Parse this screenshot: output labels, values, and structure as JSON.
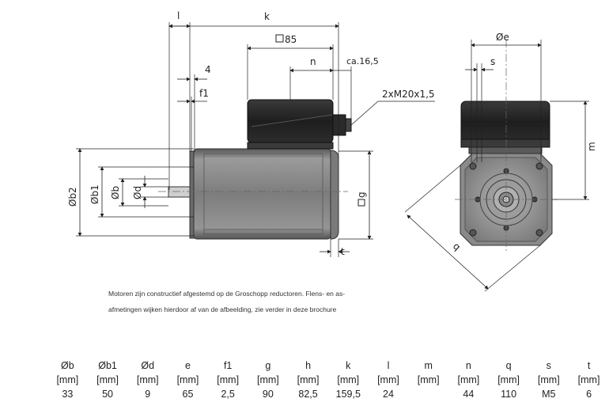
{
  "labels": {
    "l": "l",
    "k": "k",
    "sq85": "85",
    "n": "n",
    "ca165": "ca.16,5",
    "four": "4",
    "f1": "f1",
    "thread": "2xM20x1,5",
    "b2": "Øb2",
    "b1": "Øb1",
    "b": "Øb",
    "d": "Ød",
    "g": "g",
    "t": "t",
    "e": "Øe",
    "s": "s",
    "m": "m",
    "q": "q"
  },
  "caption": {
    "line1": "Motoren zijn constructief afgestemd op de Groschopp reductoren. Flens- en as-",
    "line2": "afmetingen wijken hierdoor af van de afbeelding, zie verder in deze brochure"
  },
  "table": {
    "headers": [
      "Øb",
      "Øb1",
      "Ød",
      "e",
      "f1",
      "g",
      "h",
      "k",
      "l",
      "m",
      "n",
      "q",
      "s",
      "t"
    ],
    "units": [
      "[mm]",
      "[mm]",
      "[mm]",
      "[mm]",
      "[mm]",
      "[mm]",
      "[mm]",
      "[mm]",
      "[mm]",
      "[mm]",
      "[mm]",
      "[mm]",
      "[mm]",
      "[mm]"
    ],
    "values": [
      "33",
      "50",
      "9",
      "65",
      "2,5",
      "90",
      "82,5",
      "159,5",
      "24",
      "",
      "44",
      "110",
      "M5",
      "6"
    ]
  },
  "colors": {
    "body_gray": "#8a8a8a",
    "body_dark": "#4a4a4a",
    "terminal_box": "#262626",
    "line": "#222222"
  }
}
